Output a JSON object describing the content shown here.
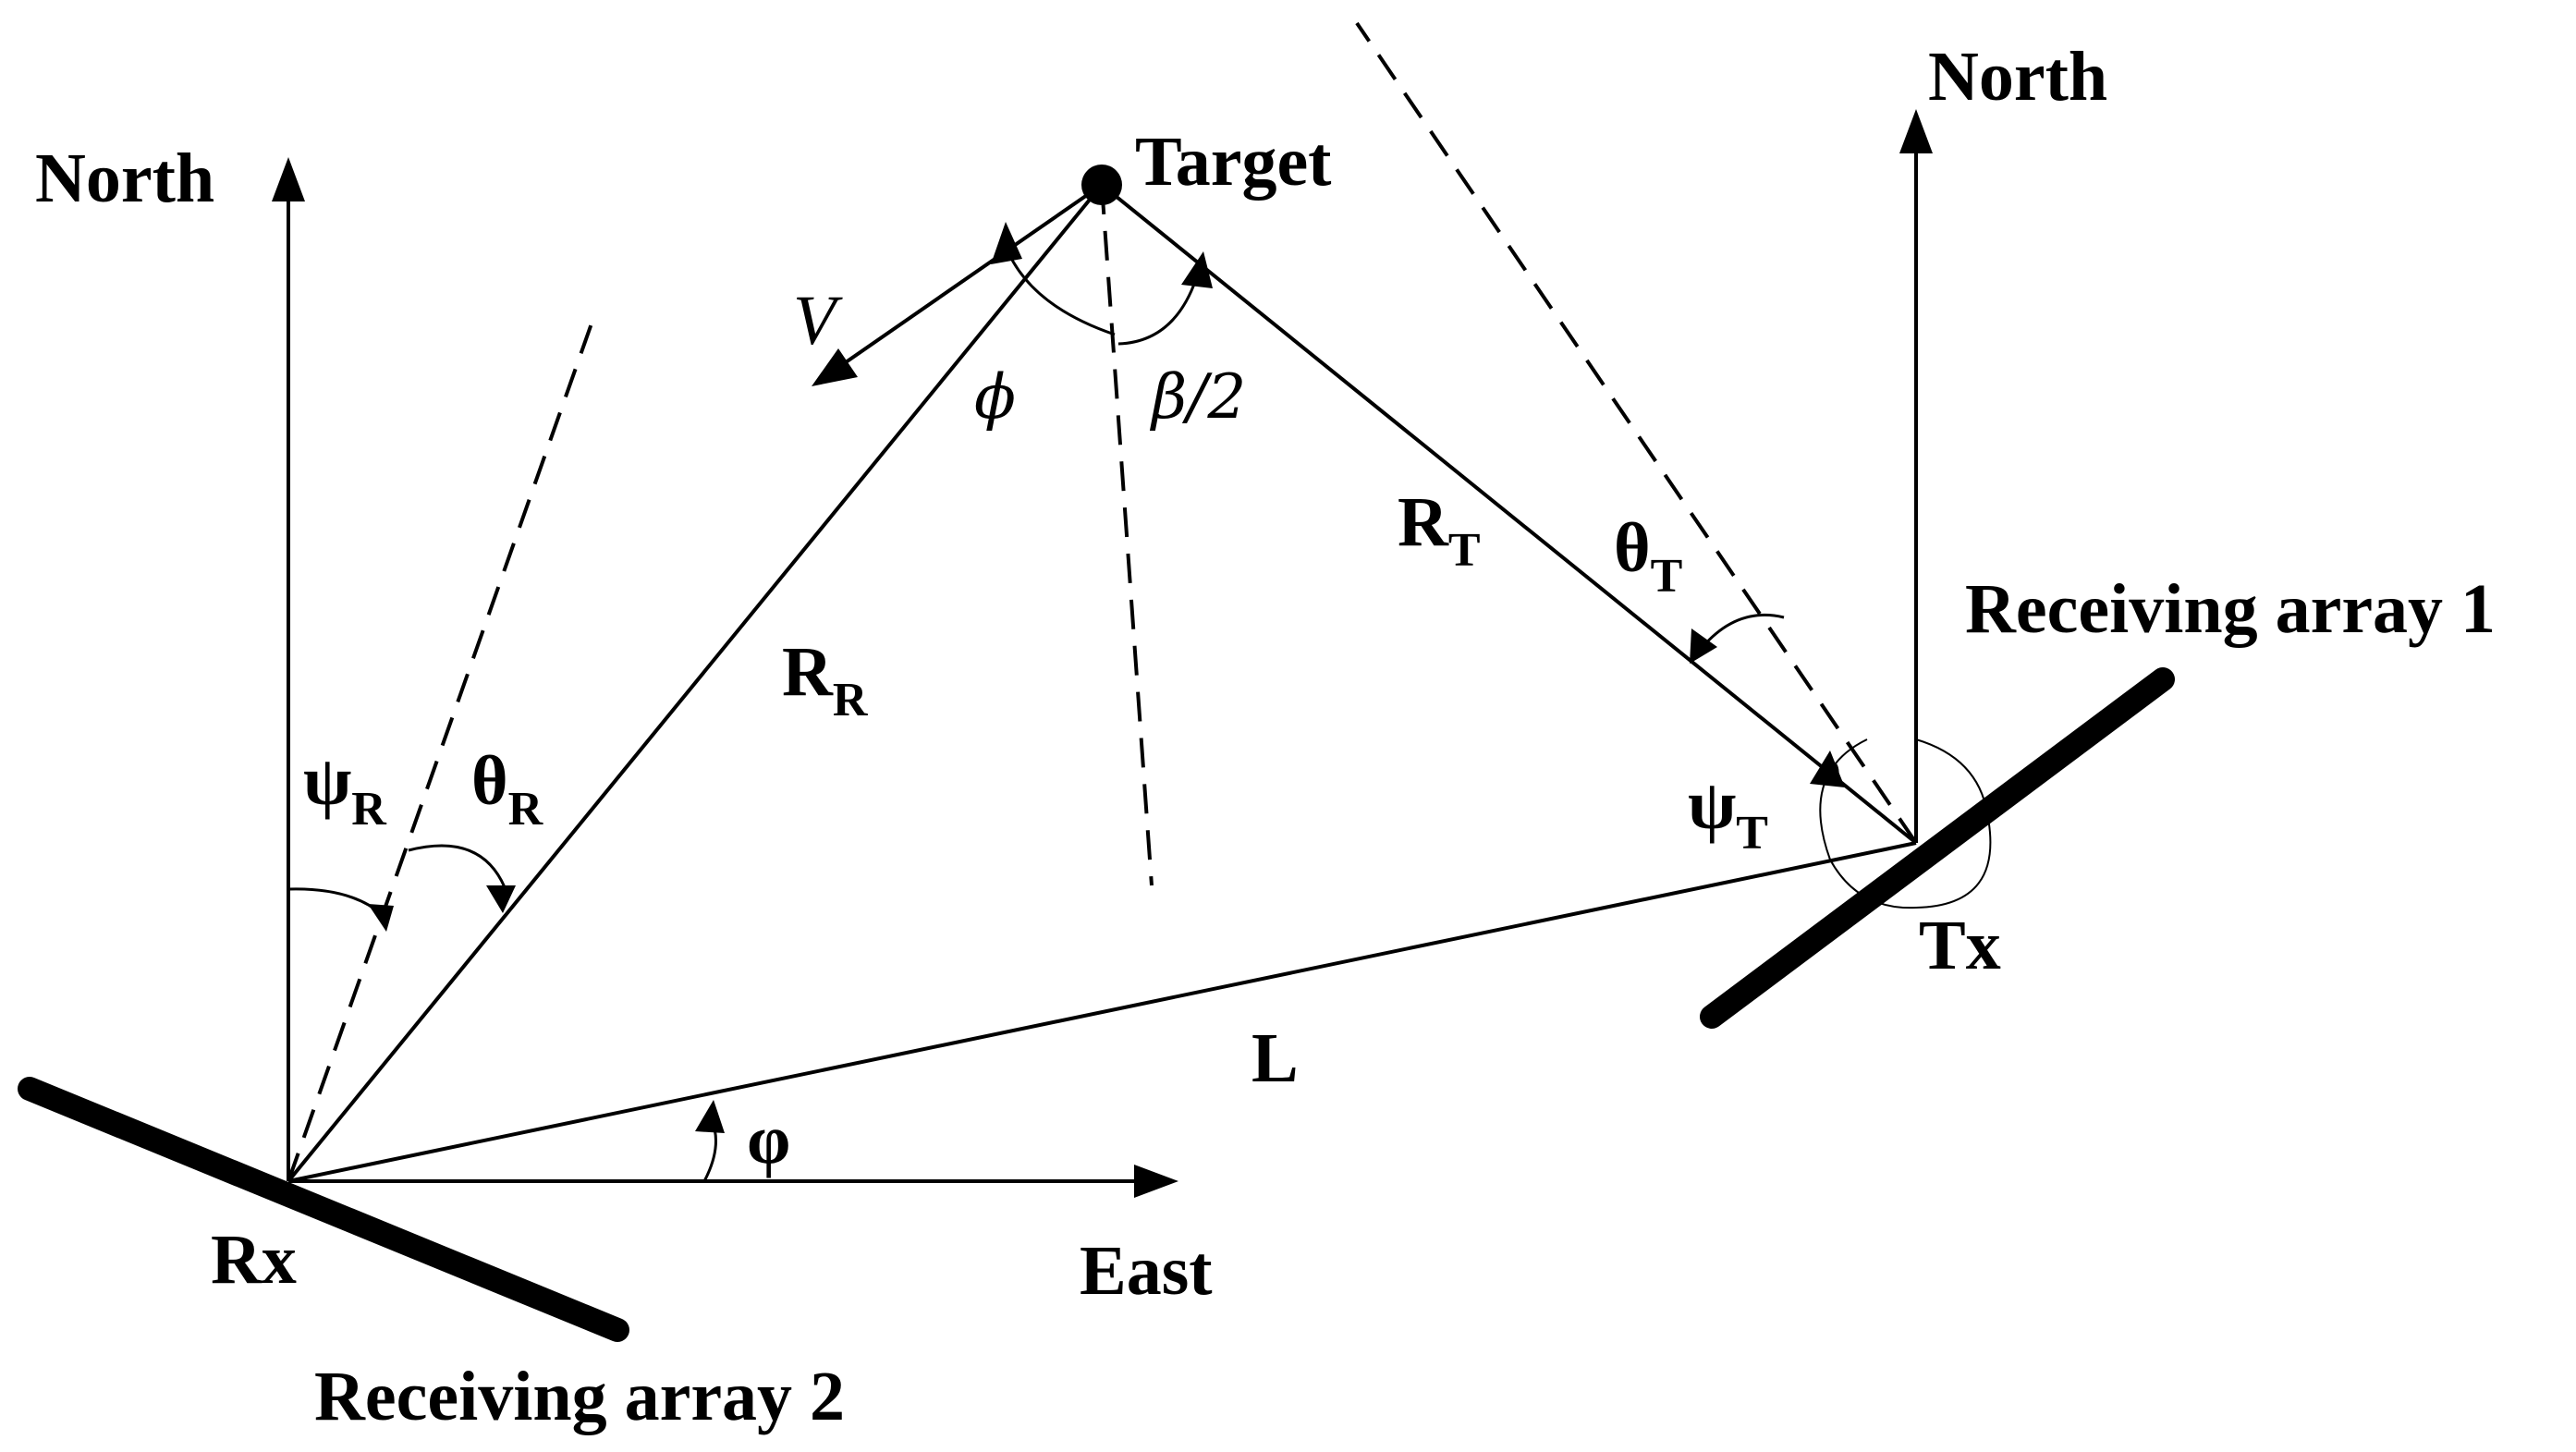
{
  "labels": {
    "north_left": "North",
    "north_right": "North",
    "east": "East",
    "target": "Target",
    "rx": "Rx",
    "tx": "Tx",
    "receiving_array_1": "Receiving array 1",
    "receiving_array_2": "Receiving array 2",
    "velocity": "V",
    "phi": "ϕ",
    "beta_half": "β/2",
    "range_receiver": {
      "main": "R",
      "sub": "R"
    },
    "range_transmitter": {
      "main": "R",
      "sub": "T"
    },
    "theta_t": {
      "main": "θ",
      "sub": "T"
    },
    "theta_r": {
      "main": "θ",
      "sub": "R"
    },
    "psi_r": {
      "main": "ψ",
      "sub": "R"
    },
    "psi_t": {
      "main": "ψ",
      "sub": "T"
    },
    "baseline": "L",
    "varphi": "φ"
  }
}
